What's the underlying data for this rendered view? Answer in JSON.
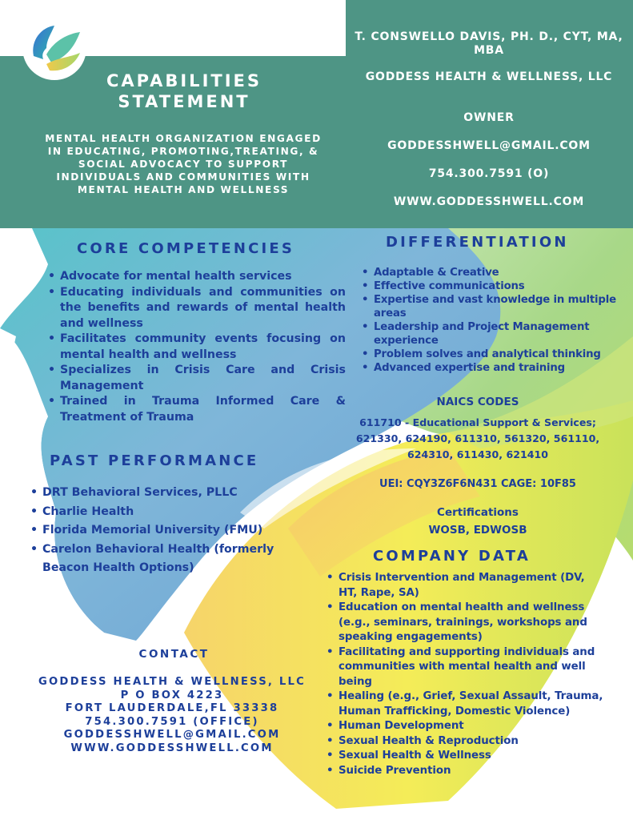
{
  "header": {
    "title_line1": "CAPABILITIES",
    "title_line2": "STATEMENT",
    "mission": "MENTAL HEALTH ORGANIZATION ENGAGED IN EDUCATING, PROMOTING,TREATING, & SOCIAL ADVOCACY TO SUPPORT INDIVIDUALS AND COMMUNITIES WITH MENTAL HEALTH AND WELLNESS"
  },
  "owner": {
    "name": "T. CONSWELLO DAVIS, PH. D., CYT, MA, MBA",
    "company": "GODDESS HEALTH & WELLNESS, LLC",
    "role": "OWNER",
    "email": "GODDESSHWELL@GMAIL.COM",
    "phone": "754.300.7591 (O)",
    "website": "WWW.GODDESSHWELL.COM"
  },
  "core": {
    "heading": "CORE COMPETENCIES",
    "items": [
      "Advocate for mental health services",
      "Educating individuals and communities on the benefits and rewards of mental health  and wellness",
      "Facilitates community events focusing on mental health and wellness",
      "Specializes in Crisis Care and Crisis Management",
      "Trained in Trauma Informed Care & Treatment of Trauma"
    ]
  },
  "differentiation": {
    "heading": "DIFFERENTIATION",
    "items": [
      "Adaptable & Creative",
      "Effective communications",
      "Expertise and vast knowledge in multiple areas",
      "Leadership and Project Management experience",
      "Problem solves and analytical thinking",
      "Advanced expertise and training"
    ]
  },
  "naics": {
    "heading": "NAICS CODES",
    "line1": "611710 - Educational Support & Services;",
    "line2": "621330, 624190, 611310, 561320, 561110,",
    "line3": "624310, 611430, 621410"
  },
  "ids": {
    "uei_cage": "UEI: CQY3Z6F6N431 CAGE: 10F85"
  },
  "certifications": {
    "heading": "Certifications",
    "value": "WOSB, EDWOSB"
  },
  "past": {
    "heading": "PAST PERFORMANCE",
    "items": [
      "DRT Behavioral Services, PLLC",
      "Charlie Health",
      "Florida Memorial University (FMU)",
      "Carelon Behavioral Health (formerly Beacon Health Options)"
    ]
  },
  "company": {
    "heading": "COMPANY DATA",
    "items": [
      "Crisis Intervention and Management (DV, HT, Rape, SA)",
      "Education on mental health and wellness (e.g., seminars, trainings, workshops and speaking engagements)",
      "Facilitating and supporting individuals and communities with mental health and well being",
      "Healing (e.g., Grief, Sexual Assault, Trauma, Human Trafficking,  Domestic Violence)",
      "Human Development",
      "Sexual Health & Reproduction",
      "Sexual Health & Wellness",
      "Suicide Prevention"
    ]
  },
  "contact": {
    "heading": "CONTACT",
    "company": "GODDESS HEALTH & WELLNESS, LLC",
    "po_box": "P O BOX 4223",
    "city": "FORT LAUDERDALE,FL 33338",
    "phone": "754.300.7591 (OFFICE)",
    "email": "GODDESSHWELL@GMAIL.COM",
    "website": "WWW.GODDESSHWELL.COM"
  },
  "colors": {
    "header_bg": "#4e9585",
    "text_blue": "#1d3f9a",
    "leaf_yellow": "#f2e64a",
    "leaf_green": "#a6d66a",
    "face_blue": "#5fa7d6"
  },
  "icons": {
    "logo": "goddess-leaf-logo"
  }
}
